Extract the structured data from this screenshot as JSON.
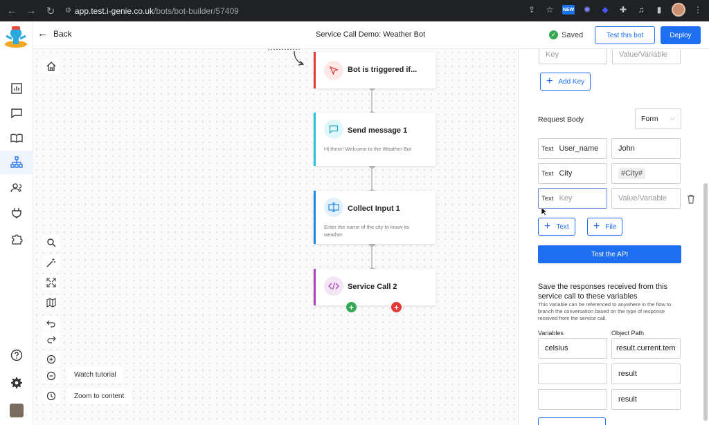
{
  "browser": {
    "host": "app.test.i-genie.co.uk",
    "path": "/bots/bot-builder/57409",
    "badge": "NEW"
  },
  "header": {
    "back_label": "Back",
    "title": "Service Call Demo: Weather Bot",
    "saved_label": "Saved",
    "test_bot_label": "Test this bot",
    "deploy_label": "Deploy"
  },
  "sidebar": {
    "items": [
      "home-icon",
      "analytics-icon",
      "chat-icon",
      "book-icon",
      "flow-icon",
      "users-icon",
      "plug-icon",
      "puzzle-icon"
    ],
    "active": "flow-icon",
    "bottom": [
      "help-icon",
      "settings-icon"
    ]
  },
  "canvas": {
    "tools": [
      "search-icon",
      "magic-wand-icon",
      "fit-screen-icon",
      "map-icon",
      "undo-icon",
      "redo-icon",
      "zoom-in-icon",
      "zoom-out-icon",
      "history-icon"
    ],
    "watch_tutorial_label": "Watch tutorial",
    "zoom_to_content_label": "Zoom to content",
    "nodes": [
      {
        "label": "Bot is triggered if...",
        "desc": "",
        "accent": "#e53935"
      },
      {
        "label": "Send message 1",
        "desc": "Hi there! Welcome to the Weather Bot",
        "accent": "#26c6da"
      },
      {
        "label": "Collect Input 1",
        "desc": "Enter the name of the city to know its weather",
        "accent": "#1e88e5"
      },
      {
        "label": "Service Call 2",
        "desc": "",
        "accent": "#ab47bc"
      }
    ]
  },
  "panel": {
    "key_placeholder": "Key",
    "value_placeholder": "Value/Variable",
    "add_key_label": "Add Key",
    "request_body_label": "Request Body",
    "request_body_type": "Form",
    "body_rows": [
      {
        "type": "Text",
        "key": "User_name",
        "value": "John"
      },
      {
        "type": "Text",
        "key": "City",
        "value": "#City#"
      },
      {
        "type": "Text",
        "key": "",
        "value": ""
      }
    ],
    "add_text_label": "Text",
    "add_file_label": "File",
    "test_api_label": "Test the API",
    "save_title": "Save the responses received from this service call to these variables",
    "save_desc": "This variable can be referenced to anywhere in the flow to branch the conversation based on the type of response received from the service call.",
    "variables_label": "Variables",
    "object_path_label": "Object Path",
    "variable_rows": [
      {
        "variable": "celsius",
        "path": "result.current.tem"
      },
      {
        "variable": "",
        "path": "result"
      },
      {
        "variable": "",
        "path": "result"
      }
    ]
  },
  "colors": {
    "primary": "#1d6ef0",
    "saved_green": "#34a853",
    "add_green": "#34a853",
    "add_red": "#e53935"
  }
}
